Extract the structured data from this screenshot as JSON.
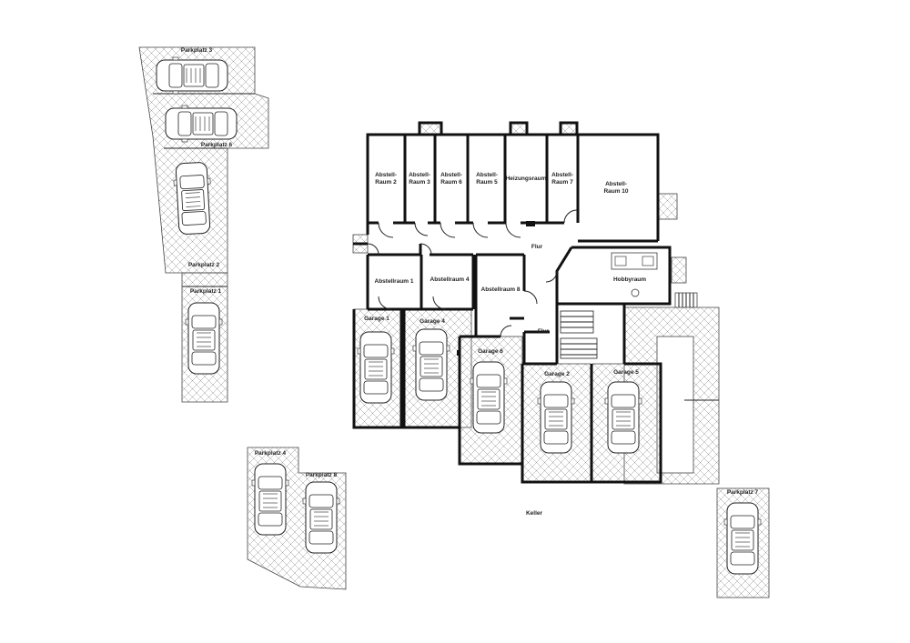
{
  "labels": {
    "abstellraum_2_a": "Abstell-",
    "abstellraum_2_b": "Raum 2",
    "abstellraum_3_a": "Abstell-",
    "abstellraum_3_b": "Raum 3",
    "abstellraum_6_a": "Abstell-",
    "abstellraum_6_b": "Raum 6",
    "abstellraum_5_a": "Abstell-",
    "abstellraum_5_b": "Raum 5",
    "heizungsraum": "Heizungsraum",
    "abstellraum_7_a": "Abstell-",
    "abstellraum_7_b": "Raum 7",
    "abstellraum_10_a": "Abstell-",
    "abstellraum_10_b": "Raum 10",
    "flur_1": "Flur",
    "flur_2": "Flur",
    "abstellraum_1": "Abstellraum 1",
    "abstellraum_4": "Abstellraum 4",
    "abstellraum_8": "Abstellraum 8",
    "hobbyraum": "Hobbyraum",
    "garage_1": "Garage 1",
    "garage_4": "Garage 4",
    "garage_6": "Garage 6",
    "garage_2": "Garage 2",
    "garage_5": "Garage 5",
    "parkplatz_3": "Parkplatz 3",
    "parkplatz_6": "Parkplatz 6",
    "parkplatz_2": "Parkplatz 2",
    "parkplatz_1": "Parkplatz 1",
    "parkplatz_4": "Parkplatz 4",
    "parkplatz_8": "Parkplatz 8",
    "parkplatz_7": "Parkplatz 7",
    "keller": "Keller"
  },
  "colors": {
    "wall": "#111111",
    "hatch": "#888888",
    "text": "#222222"
  }
}
